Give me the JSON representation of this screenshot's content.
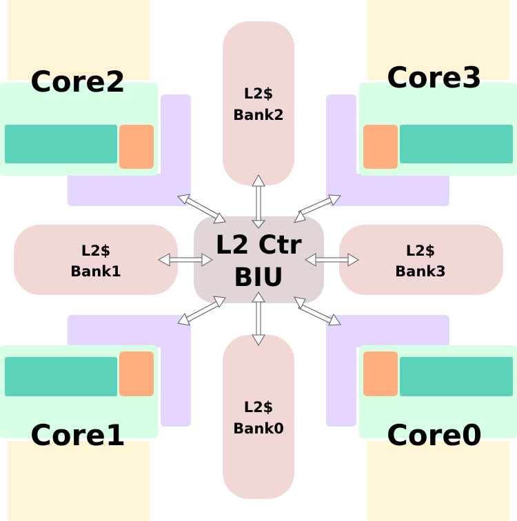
{
  "colors": {
    "l1_block": "#fff4d6",
    "core_body": "#d6ffe6",
    "pipeline": "#5cd2bb",
    "pipeline_small": "#ffad7f",
    "l_shape": "#e4d6ff",
    "bank": "#f2d7d7",
    "controller": "#e2d5d6",
    "arrow_fill": "#ffffff",
    "arrow_stroke": "#555555"
  },
  "cores": {
    "core0": "Core0",
    "core1": "Core1",
    "core2": "Core2",
    "core3": "Core3"
  },
  "banks": {
    "bank0": {
      "line1": "L2$",
      "line2": "Bank0"
    },
    "bank1": {
      "line1": "L2$",
      "line2": "Bank1"
    },
    "bank2": {
      "line1": "L2$",
      "line2": "Bank2"
    },
    "bank3": {
      "line1": "L2$",
      "line2": "Bank3"
    }
  },
  "controller": {
    "line1": "L2 Ctr",
    "line2": "BIU"
  }
}
